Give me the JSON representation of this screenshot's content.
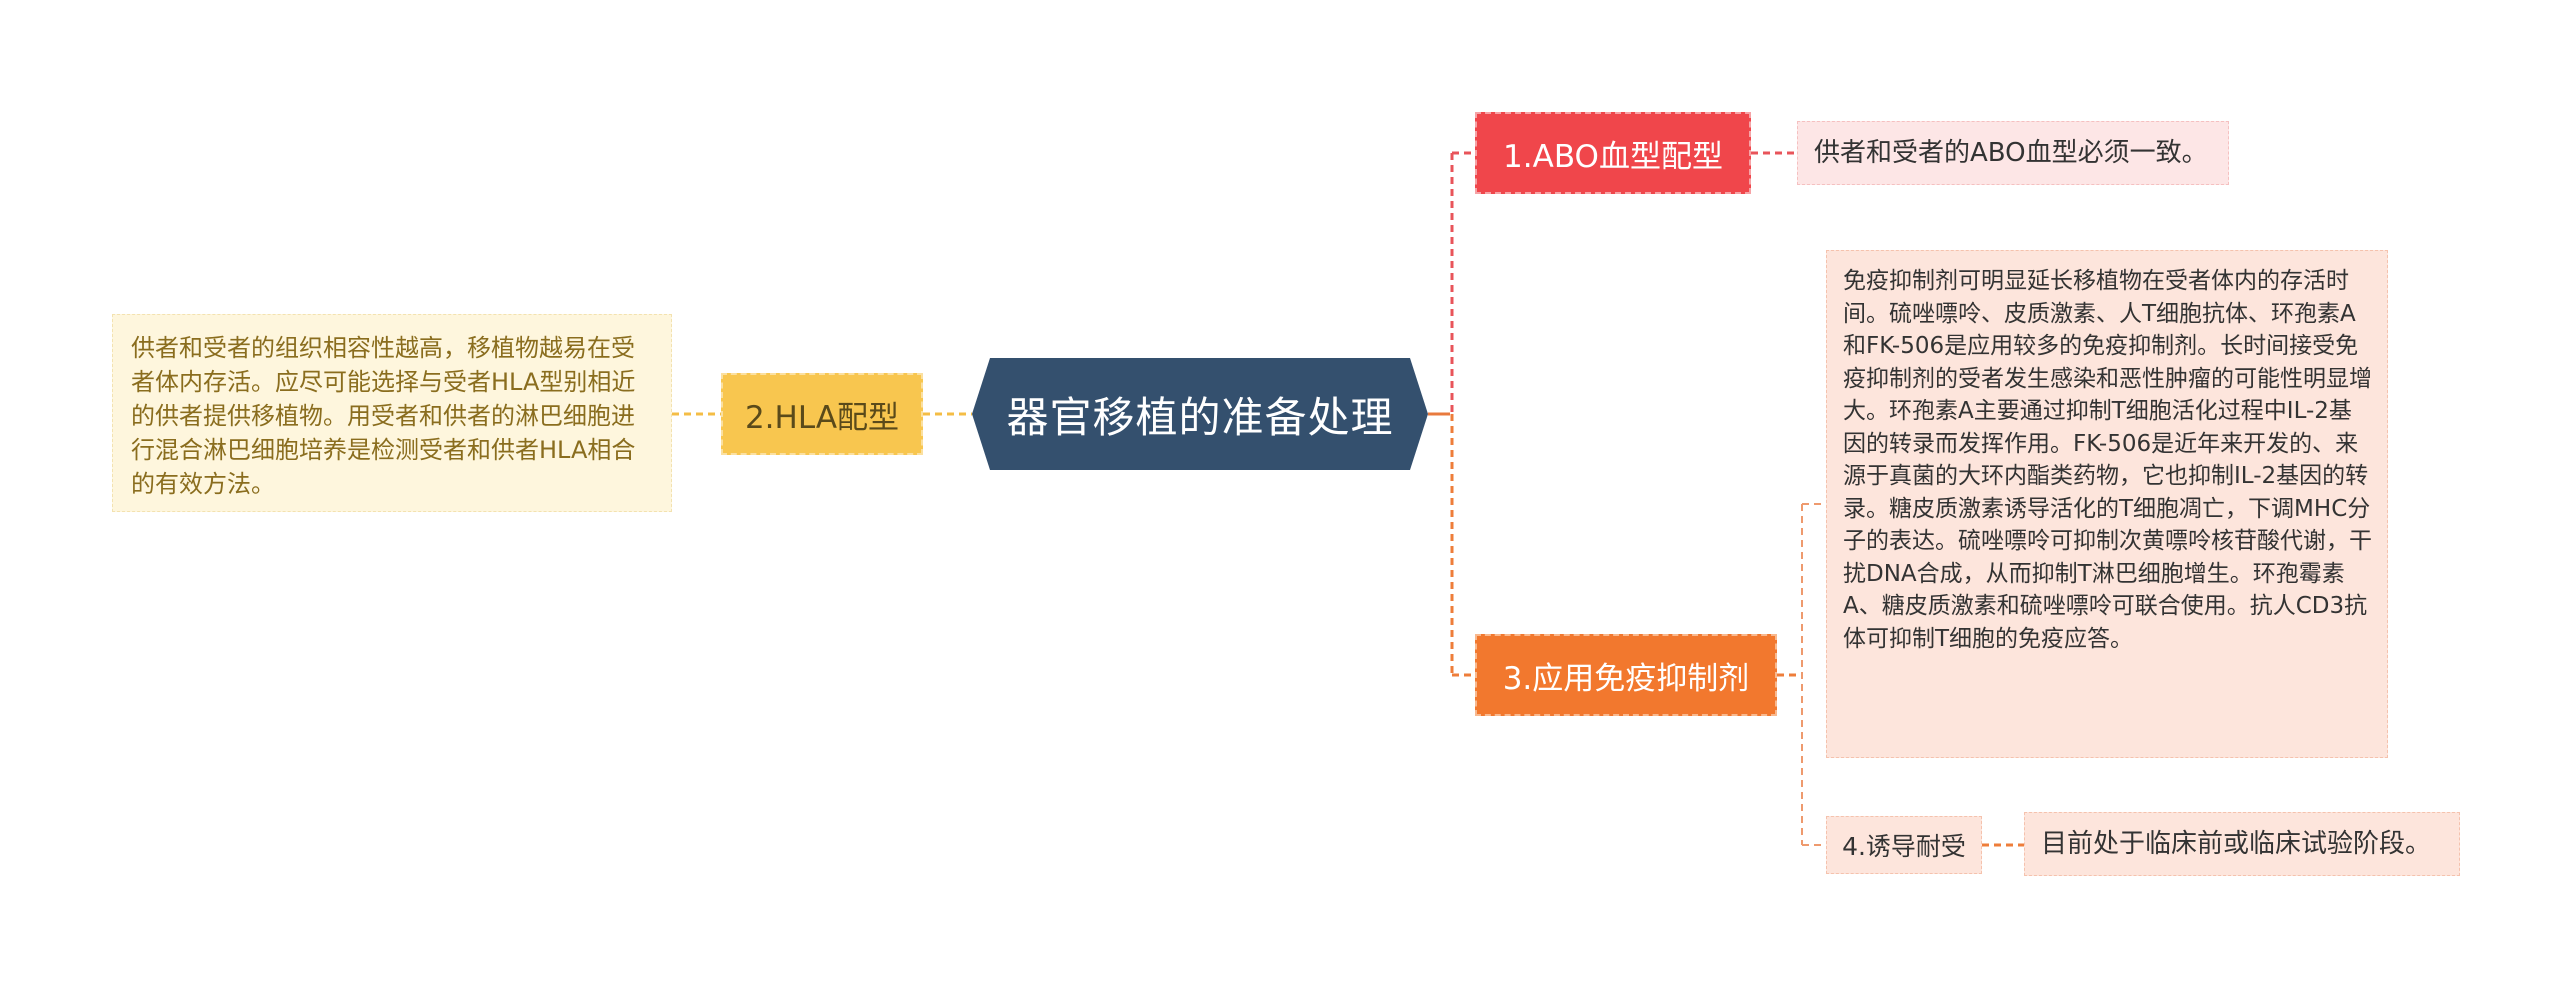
{
  "center": {
    "label": "器官移植的准备处理",
    "color": "#34506e"
  },
  "branches": [
    {
      "label": "1.ABO血型配型",
      "color": "#f0464b",
      "detail": "供者和受者的ABO血型必须一致。"
    },
    {
      "label": "2.HLA配型",
      "color": "#f8c64f",
      "detail": "供者和受者的组织相容性越高，移植物越易在受者体内存活。应尽可能选择与受者HLA型别相近的供者提供移植物。用受者和供者的淋巴细胞进行混合淋巴细胞培养是检测受者和供者HLA相合的有效方法。"
    },
    {
      "label": "3.应用免疫抑制剂",
      "color": "#f2782e",
      "detail": "免疫抑制剂可明显延长移植物在受者体内的存活时间。硫唑嘌呤、皮质激素、人T细胞抗体、环孢素A和FK-506是应用较多的免疫抑制剂。长时间接受免疫抑制剂的受者发生感染和恶性肿瘤的可能性明显增大。环孢素A主要通过抑制T细胞活化过程中IL-2基因的转录而发挥作用。FK-506是近年来开发的、来源于真菌的大环内酯类药物，它也抑制IL-2基因的转录。糖皮质激素诱导活化的T细胞凋亡，下调MHC分子的表达。硫唑嘌呤可抑制次黄嘌呤核苷酸代谢，干扰DNA合成，从而抑制T淋巴细胞增生。环孢霉素A、糖皮质激素和硫唑嘌呤可联合使用。抗人CD3抗体可抑制T细胞的免疫应答。",
      "sub": {
        "label": "4.诱导耐受",
        "detail": "目前处于临床前或临床试验阶段。"
      }
    }
  ]
}
